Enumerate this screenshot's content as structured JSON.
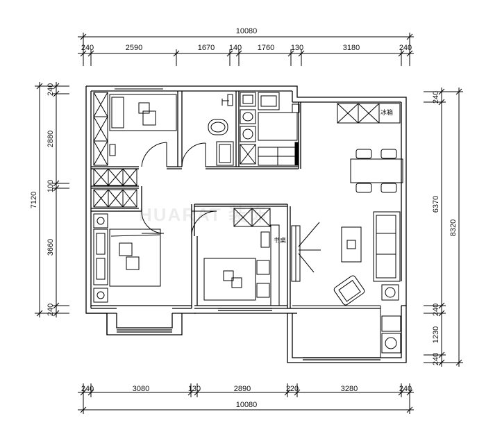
{
  "plan": {
    "top_total": "10080",
    "top_segments": [
      "240",
      "2590",
      "1670",
      "140",
      "1760",
      "130",
      "3180",
      "240"
    ],
    "bottom_total": "10080",
    "bottom_segments": [
      "240",
      "3080",
      "130",
      "2890",
      "220",
      "3280",
      "240"
    ],
    "left_total": "7120",
    "left_segments": [
      "240",
      "2880",
      "100",
      "3660",
      "240"
    ],
    "right_total": "8320",
    "right_partial": "6370",
    "right_segments": [
      "240",
      "240",
      "1230",
      "240"
    ],
    "labels": {
      "desk": "书桌",
      "fridge": "冰箱"
    },
    "watermark": "HUARAT 装饰"
  }
}
